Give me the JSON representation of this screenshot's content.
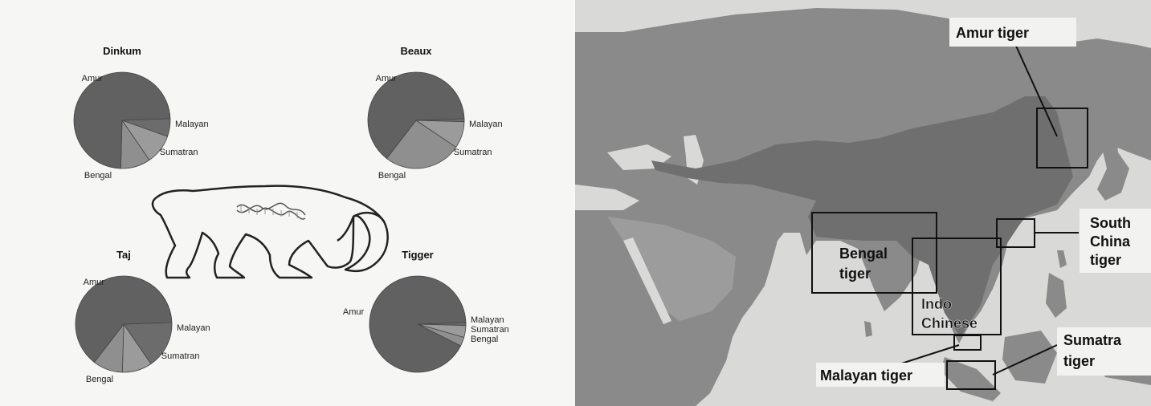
{
  "pies": [
    {
      "title": "Dinkum",
      "slices": [
        {
          "name": "Amur",
          "value": 74
        },
        {
          "name": "Malayan",
          "value": 6
        },
        {
          "name": "Sumatran",
          "value": 10
        },
        {
          "name": "Bengal",
          "value": 10
        }
      ]
    },
    {
      "title": "Beaux",
      "slices": [
        {
          "name": "Amur",
          "value": 64
        },
        {
          "name": "Malayan",
          "value": 1
        },
        {
          "name": "Sumatran",
          "value": 9
        },
        {
          "name": "Bengal",
          "value": 26
        }
      ]
    },
    {
      "title": "Taj",
      "slices": [
        {
          "name": "Amur",
          "value": 64
        },
        {
          "name": "Malayan",
          "value": 16
        },
        {
          "name": "Sumatran",
          "value": 10
        },
        {
          "name": "Bengal",
          "value": 10
        }
      ]
    },
    {
      "title": "Tigger",
      "slices": [
        {
          "name": "Amur",
          "value": 92
        },
        {
          "name": "Malayan",
          "value": 1
        },
        {
          "name": "Sumatran",
          "value": 4
        },
        {
          "name": "Bengal",
          "value": 3
        }
      ]
    }
  ],
  "colors": {
    "amur": "#616161",
    "malayan": "#6c6c6c",
    "sumatran": "#9b9b9b",
    "bengal": "#8f8f8f",
    "land": "#8a8a8a",
    "sea": "#d9d9d8",
    "range": "#6f6f6f"
  },
  "map": {
    "labels": {
      "amur": "Amur tiger",
      "south_china": [
        "South",
        "China",
        "tiger"
      ],
      "bengal": [
        "Bengal",
        "tiger"
      ],
      "indo": [
        "Indo",
        "Chinese"
      ],
      "malayan": "Malayan tiger",
      "sumatran": [
        "Sumatra",
        "tiger"
      ]
    }
  }
}
